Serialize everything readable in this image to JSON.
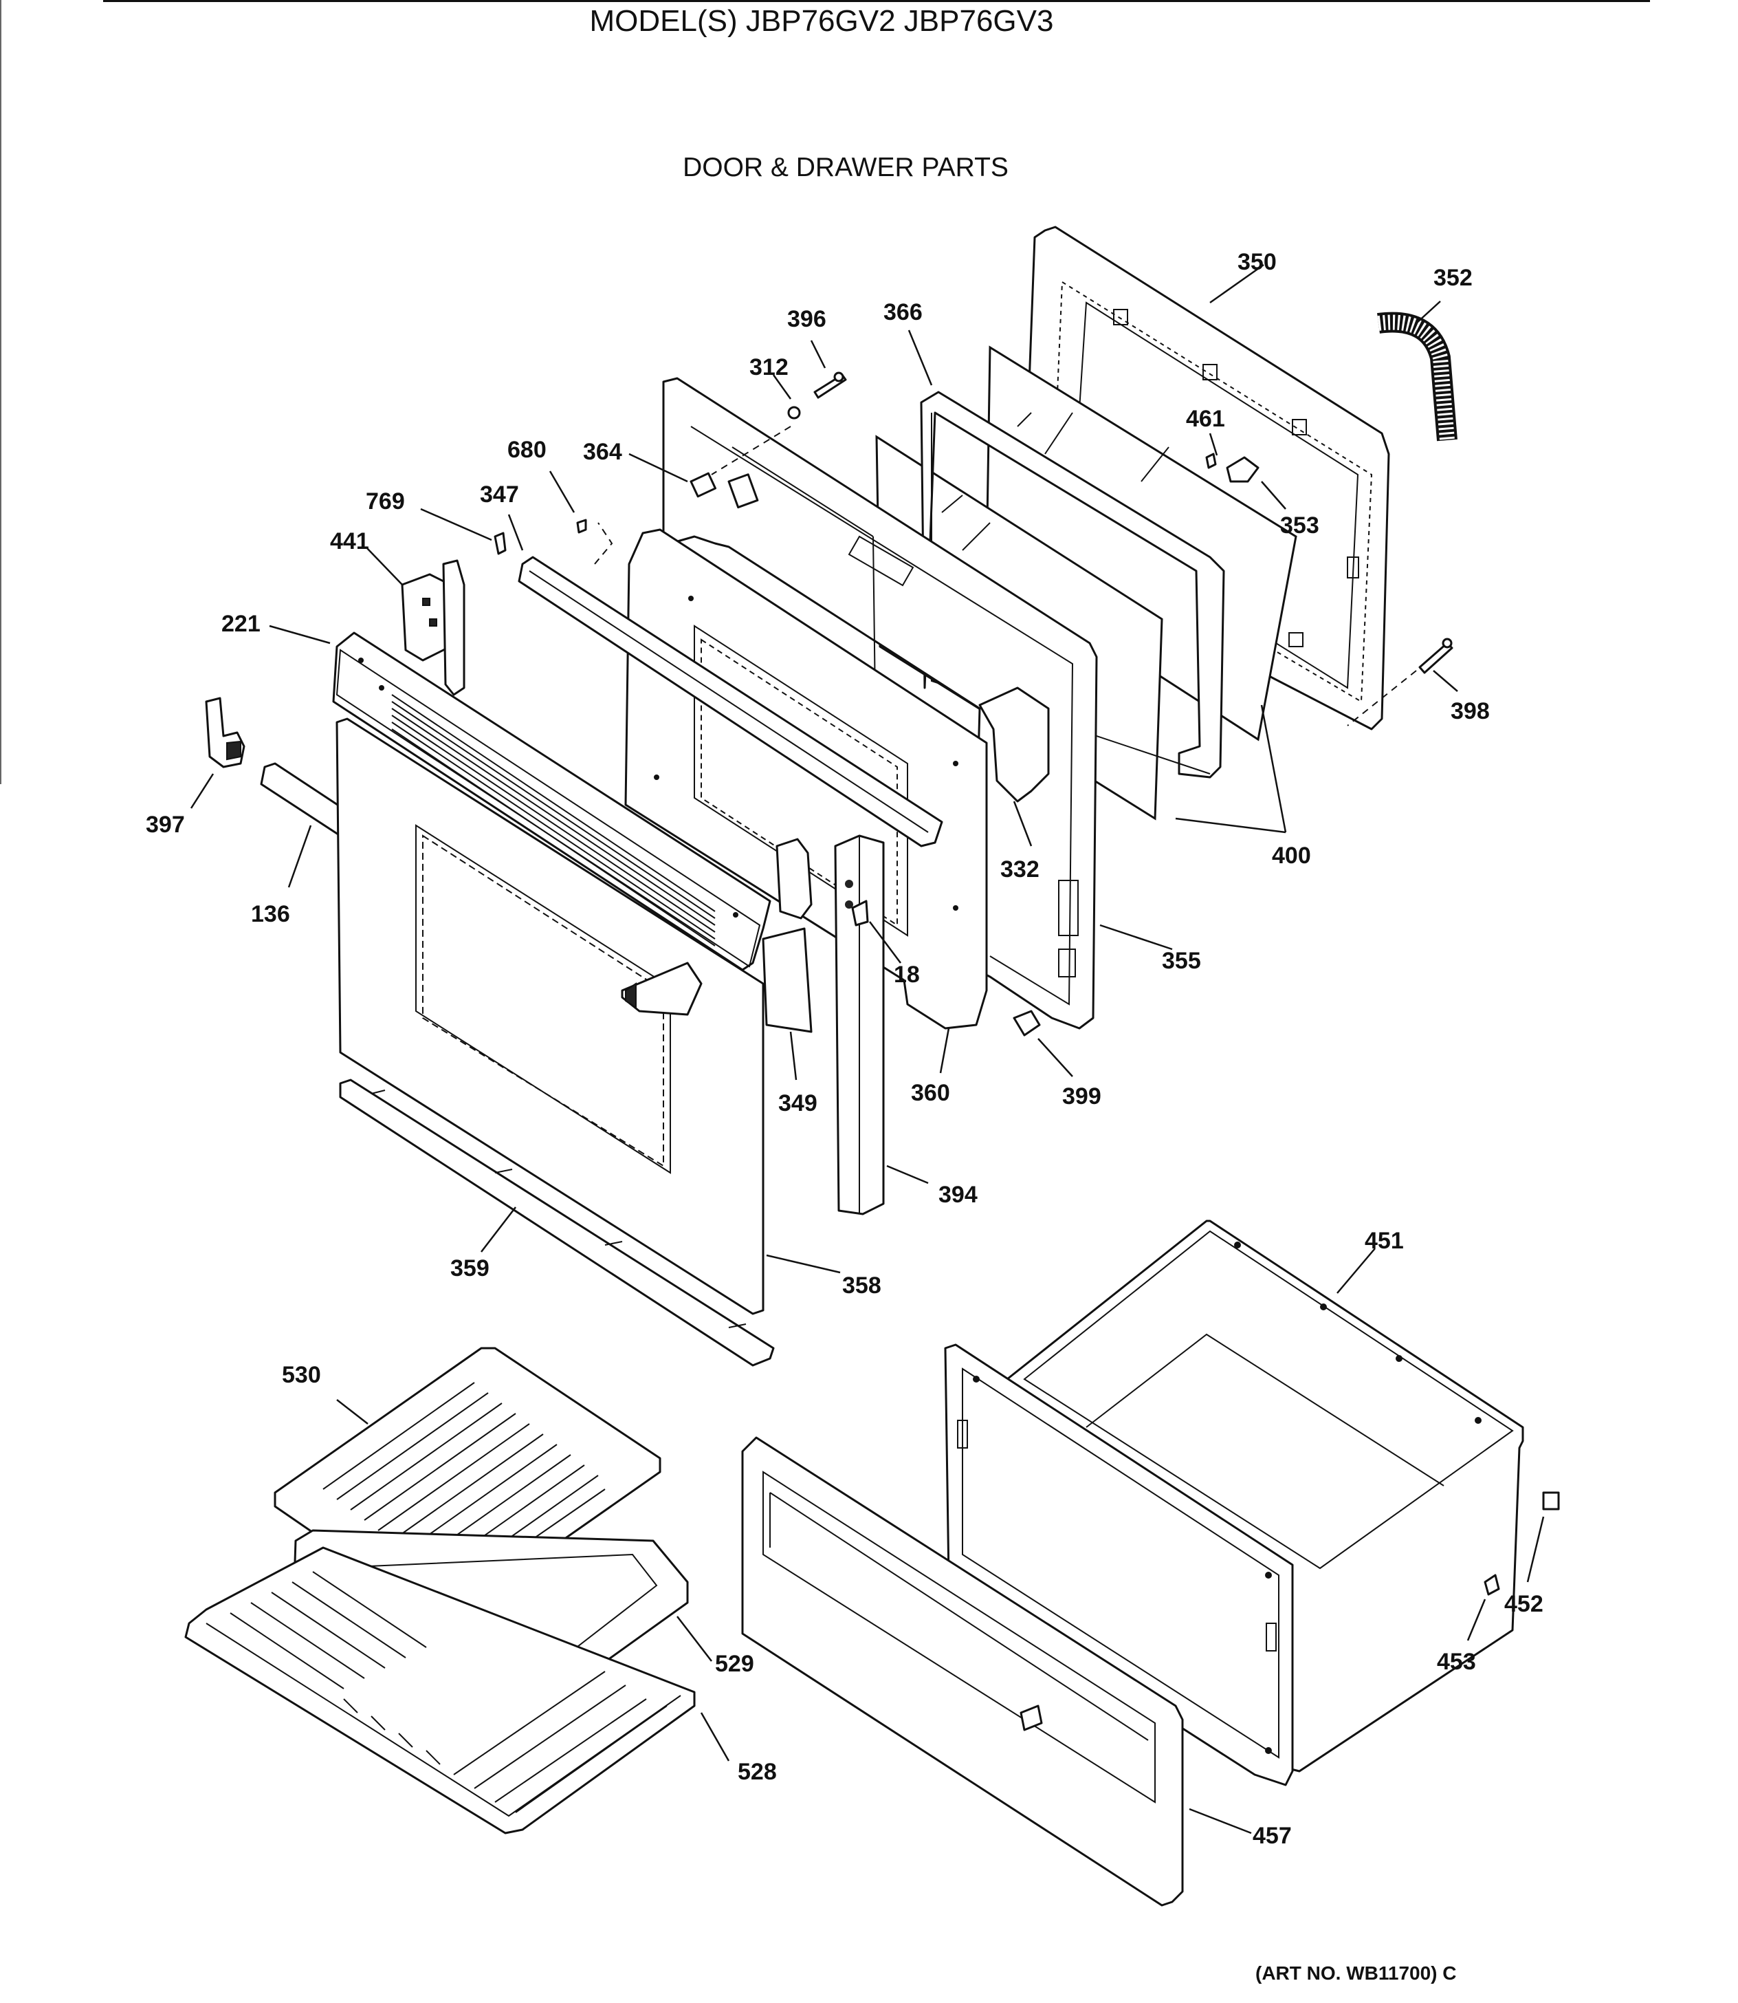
{
  "header": {
    "title": "MODEL(S) JBP76GV2  JBP76GV3",
    "subtitle": "DOOR & DRAWER PARTS"
  },
  "footer": {
    "art_number": "(ART NO. WB11700) C"
  },
  "callouts": {
    "c350": "350",
    "c352": "352",
    "c396": "396",
    "c366": "366",
    "c312": "312",
    "c461": "461",
    "c680": "680",
    "c364": "364",
    "c353": "353",
    "c769": "769",
    "c347": "347",
    "c441": "441",
    "c221": "221",
    "c398": "398",
    "c397": "397",
    "c400": "400",
    "c136": "136",
    "c332": "332",
    "c355": "355",
    "c18": "18",
    "c349": "349",
    "c360": "360",
    "c399": "399",
    "c394": "394",
    "c359": "359",
    "c358": "358",
    "c451": "451",
    "c530": "530",
    "c452": "452",
    "c453": "453",
    "c529": "529",
    "c528": "528",
    "c457": "457"
  }
}
